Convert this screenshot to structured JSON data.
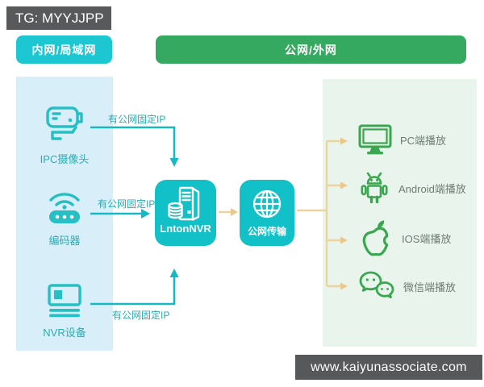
{
  "watermark": {
    "telegram": "TG: MYYJJPP",
    "website": "www.kaiyunassociate.com"
  },
  "banners": {
    "lan": "内网/局域网",
    "wan": "公网/外网"
  },
  "lan_zone": {
    "devices": [
      {
        "label": "IPC摄像头",
        "icon": "cctv-camera-icon"
      },
      {
        "label": "编码器",
        "icon": "encoder-icon"
      },
      {
        "label": "NVR设备",
        "icon": "nvr-recorder-icon"
      }
    ]
  },
  "connections": {
    "lan_edges": [
      {
        "from": "IPC摄像头",
        "to": "LntonNVR",
        "label": "有公网固定IP"
      },
      {
        "from": "编码器",
        "to": "LntonNVR",
        "label": "有公网固定IP"
      },
      {
        "from": "NVR设备",
        "to": "LntonNVR",
        "label": "有公网固定IP"
      }
    ]
  },
  "center": {
    "nvr_server": {
      "label": "LntonNVR",
      "icon": "server-storage-icon"
    },
    "transport": {
      "label": "公网传输",
      "icon": "globe-icon"
    }
  },
  "wan_zone": {
    "clients": [
      {
        "label": "PC端播放",
        "icon": "pc-monitor-icon"
      },
      {
        "label": "Android端播放",
        "icon": "android-icon"
      },
      {
        "label": "IOS端播放",
        "icon": "apple-icon"
      },
      {
        "label": "微信端播放",
        "icon": "wechat-icon"
      }
    ]
  },
  "colors": {
    "teal_banner": "#1dc7d1",
    "teal_box": "#12c1c8",
    "teal_icon": "#26bfc4",
    "teal_text": "#2aacb2",
    "green_banner": "#36a961",
    "green_icon": "#3aa64f",
    "lan_panel_bg": "#d8eef8",
    "wan_panel_bg": "#e9f4ed",
    "connector_orange": "#ecd59c",
    "connector_orange_head": "#e8c98b",
    "dark_banner_bg": "#58595b",
    "client_label_color": "#6e7d71"
  }
}
